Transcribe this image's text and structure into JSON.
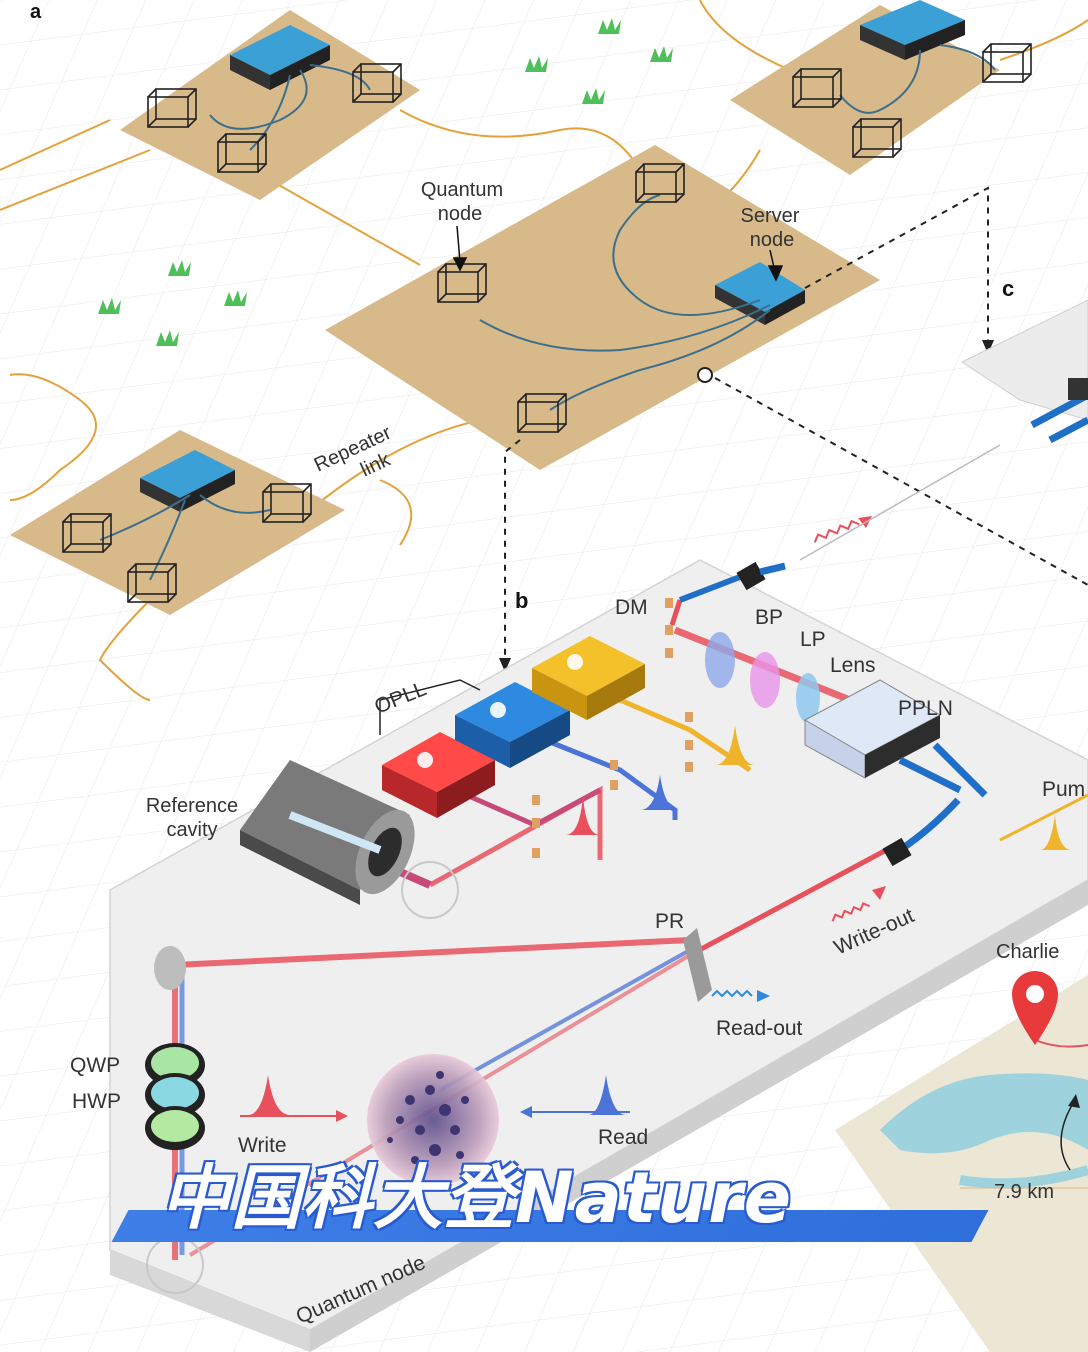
{
  "panels": {
    "a": "a",
    "b": "b",
    "c": "c"
  },
  "network_labels": {
    "quantum_node_1": "Quantum",
    "quantum_node_2": "node",
    "server_node_1": "Server",
    "server_node_2": "node",
    "repeater_1": "Repeater",
    "repeater_2": "link"
  },
  "optics_labels": {
    "dm": "DM",
    "bp": "BP",
    "lp": "LP",
    "lens": "Lens",
    "ppln": "PPLN",
    "opll": "OPLL",
    "reference_cavity_1": "Reference",
    "reference_cavity_2": "cavity",
    "pump": "Pum",
    "pr": "PR",
    "write_out": "Write-out",
    "read_out": "Read-out",
    "qwp": "QWP",
    "hwp": "HWP",
    "write": "Write",
    "read": "Read",
    "quantum_node_base": "Quantum node"
  },
  "map_labels": {
    "charlie": "Charlie",
    "distance": "7.9 km"
  },
  "banner": {
    "text": "中国科大登Nature"
  },
  "colors": {
    "ground": "#d8b98a",
    "fiber": "#e3a23c",
    "laser_red": "#e8505b",
    "laser_blue": "#3b6fd6",
    "laser_yellow": "#f0b42c",
    "banner_blue": "#3e7ee6"
  }
}
